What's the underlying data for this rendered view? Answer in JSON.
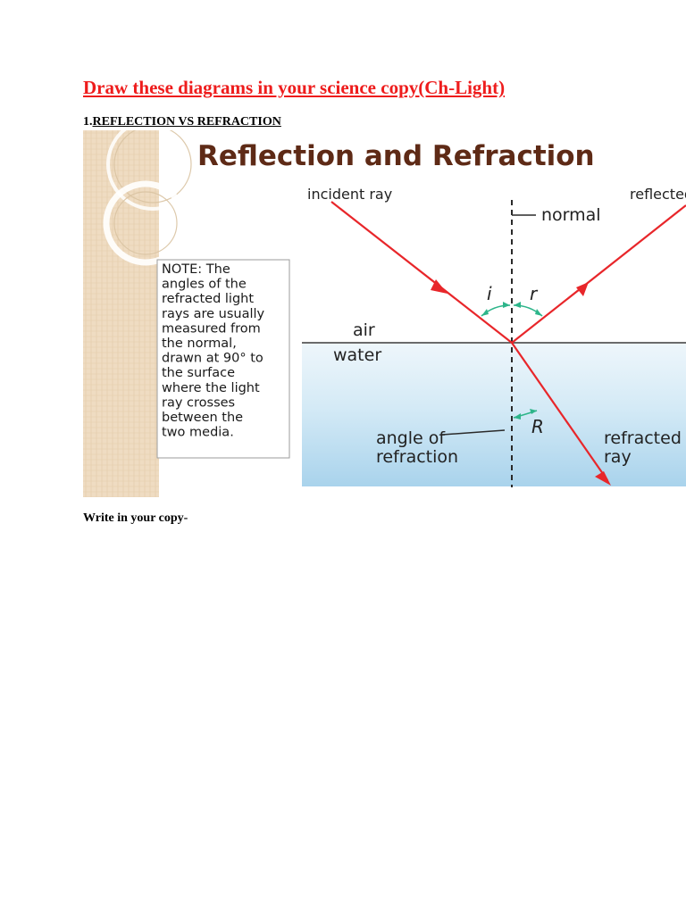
{
  "document": {
    "title": "Draw these diagrams in your science copy(Ch-Light)",
    "section": {
      "number": "1.",
      "label": "REFLECTION VS REFRACTION"
    },
    "instruction": "Write in your copy-"
  },
  "figure": {
    "title": "Reflection and Refraction",
    "note_lines": [
      "NOTE:  The",
      "angles of the",
      "refracted light",
      "rays are usually",
      "measured from",
      "the normal,",
      "drawn at 90° to",
      "the surface",
      "where the light",
      "ray crosses",
      "between the",
      "two media."
    ],
    "labels": {
      "incident_ray": "incident ray",
      "reflected_ray": "reflected ray",
      "normal": "normal",
      "angle_i": "i",
      "angle_r": "r",
      "angle_R": "R",
      "air": "air",
      "water": "water",
      "angle_of_refraction_1": "angle of",
      "angle_of_refraction_2": "refraction",
      "refracted_ray_1": "refracted",
      "refracted_ray_2": "ray"
    },
    "colors": {
      "title": "#5e2a16",
      "ray": "#e8262a",
      "angle_arc": "#2db58a",
      "water_top": "#eef6fb",
      "water_bottom": "#a9d3ec",
      "sidebar": "#efdcc2",
      "page_title": "#ee1c1c"
    }
  }
}
